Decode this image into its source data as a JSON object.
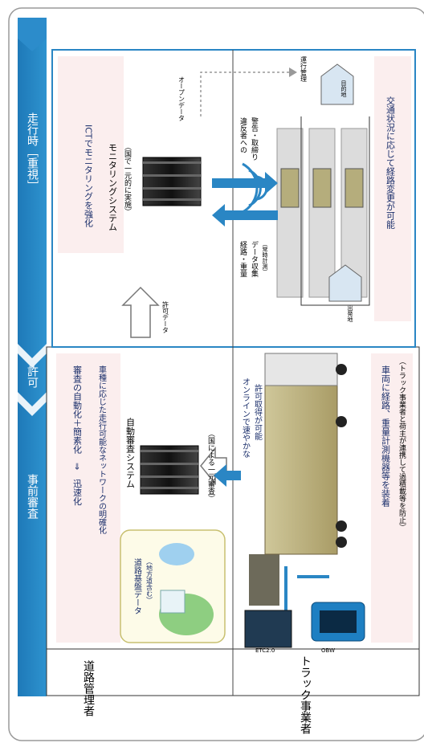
{
  "phases": {
    "pre_review": "事前審査",
    "permit": "許可",
    "driving": "走行時［重視］"
  },
  "actors": {
    "road_admin": "道路管理者",
    "truck_operator": "トラック事業者"
  },
  "pre_review": {
    "headline": "審査の自動化＋簡素化　⇒　迅速化",
    "network": "車種に応じた走行可能なネットワークの明確化",
    "system_title": "自動審査システム",
    "system_note": "（国による一元審査）",
    "road_data_title": "道路基盤データ",
    "road_data_note": "（地方道含む）",
    "online_permit_1": "オンラインで速やかな",
    "online_permit_2": "許可取得が可能",
    "etc_label": "ETC2.0",
    "obw_label": "OBW",
    "vehicle_caption": "車両に経路、重量計測機器等を装着",
    "vehicle_note": "（トラック事業者と荷主が連携して過積載等を防止）"
  },
  "permit": {
    "data_label": "許可データ"
  },
  "driving": {
    "headline": "ICTでモニタリングを強化",
    "system_title": "モニタリングシステム",
    "system_note": "（国で一元的に実施）",
    "collect_1": "経路・重量",
    "collect_2": "データ収集",
    "collect_note": "（常時計測）",
    "warn_1": "違反者への",
    "warn_2": "警告・取締り",
    "open_data": "オープンデータ",
    "traffic_mgmt": "運行管理",
    "origin": "出発地",
    "destination": "目的地",
    "reroute": "交通状況に応じて経路変更が可能"
  },
  "colors": {
    "accent": "#2a86c4",
    "accent_dark": "#1b6fa8",
    "panel_pink": "#fbeeee",
    "panel_yellow_border": "#c8c070",
    "panel_yellow": "#fdfbe8"
  }
}
